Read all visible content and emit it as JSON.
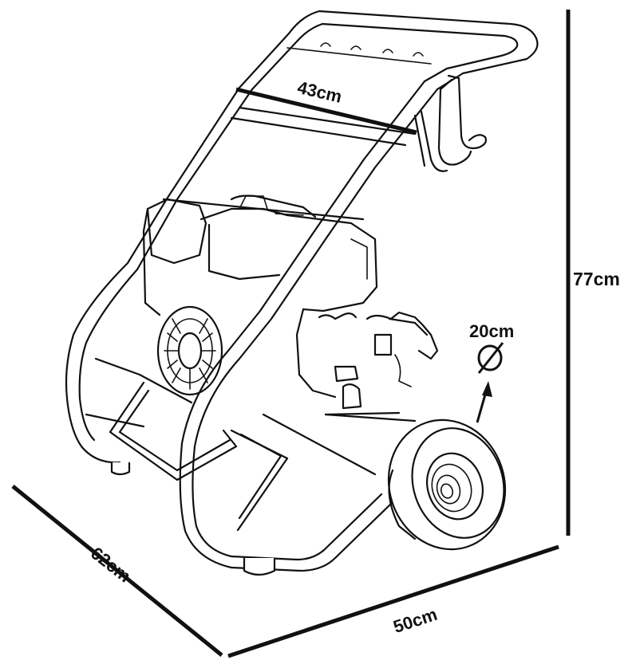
{
  "diagram": {
    "dimensions": {
      "top_width": "43cm",
      "height": "77cm",
      "wheel_diameter": "20cm",
      "depth": "62cm",
      "width": "50cm"
    },
    "diameter_symbol": "Ø"
  }
}
